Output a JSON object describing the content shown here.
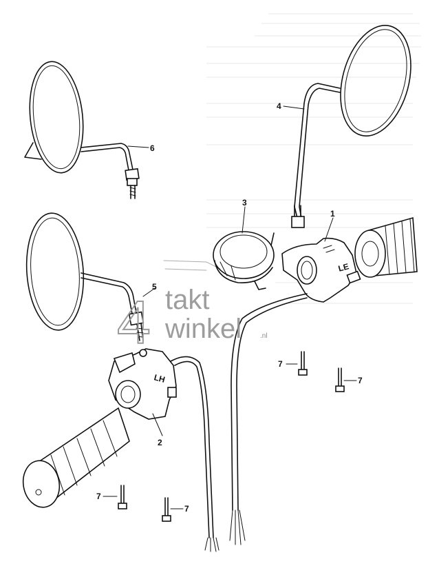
{
  "callouts": {
    "c1": "1",
    "c2": "2",
    "c3": "3",
    "c4": "4",
    "c5": "5",
    "c6": "6",
    "c7a": "7",
    "c7b": "7",
    "c7c": "7",
    "c7d": "7"
  },
  "switch_labels": {
    "right_switch": "LE",
    "left_switch": "LH"
  },
  "watermark": {
    "number": "4",
    "line1": "takt",
    "line2": "winkel",
    "suffix": ".nl",
    "color": "#8c8c8c"
  }
}
